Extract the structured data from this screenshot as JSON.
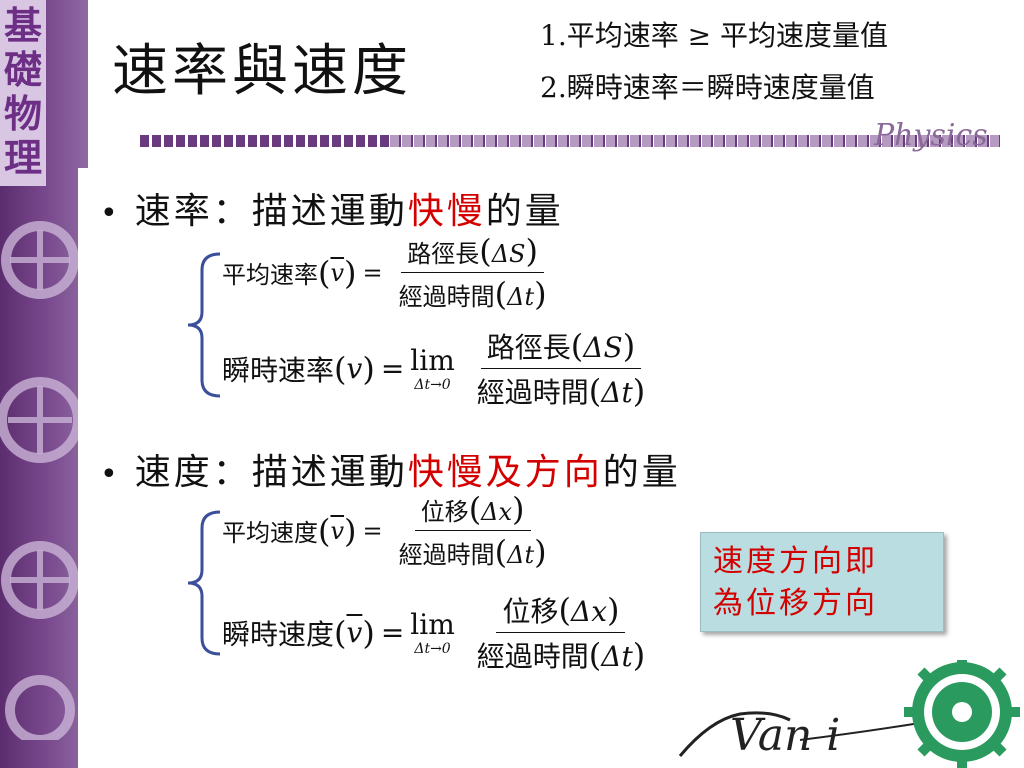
{
  "sidebar": {
    "label": "基礎物理"
  },
  "header": {
    "title": "速率與速度",
    "rule_1": "1.平均速率 ≥ 平均速度量值",
    "rule_2": "2.瞬時速率＝瞬時速度量值",
    "brand": "Physics"
  },
  "bullet_1": {
    "prefix": "速率：描述運動",
    "highlight": "快慢",
    "suffix": "的量"
  },
  "bullet_2": {
    "prefix": "速度：描述運動",
    "highlight": "快慢及方向",
    "suffix": "的量"
  },
  "eq_avg_speed": {
    "lhs": "平均速率",
    "var": "v",
    "num": "路徑長",
    "num_var": "ΔS",
    "den": "經過時間",
    "den_var": "Δt"
  },
  "eq_inst_speed": {
    "lhs": "瞬時速率",
    "var": "v",
    "lim": "lim",
    "lim_sub": "Δt→0",
    "num": "路徑長",
    "num_var": "ΔS",
    "den": "經過時間",
    "den_var": "Δt"
  },
  "eq_avg_velocity": {
    "lhs": "平均速度",
    "var": "v",
    "num": "位移",
    "num_var": "Δx",
    "den": "經過時間",
    "den_var": "Δt"
  },
  "eq_inst_velocity": {
    "lhs": "瞬時速度",
    "var": "v",
    "lim": "lim",
    "lim_sub": "Δt→0",
    "num": "位移",
    "num_var": "Δx",
    "den": "經過時間",
    "den_var": "Δt"
  },
  "note": {
    "line_1": "速度方向即",
    "line_2": "為位移方向"
  },
  "logo_text": "Van i",
  "colors": {
    "accent": "#6a3a7e",
    "highlight": "#d40000",
    "note_bg": "#b9dde0",
    "brace": "#3b4f9a"
  }
}
